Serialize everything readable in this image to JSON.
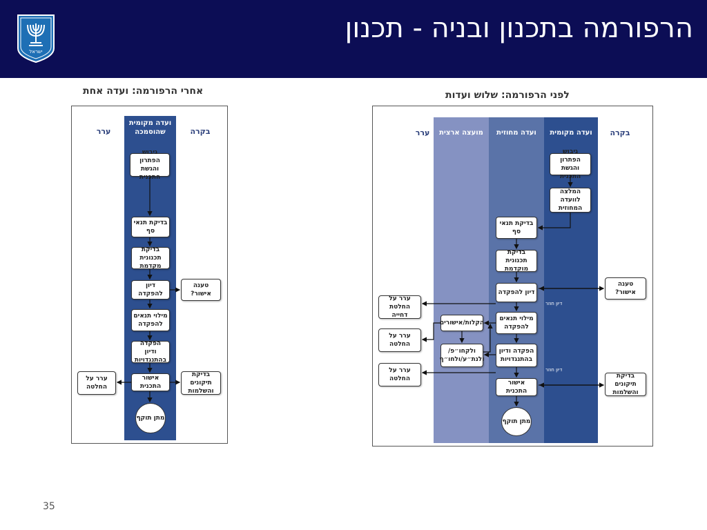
{
  "slide": {
    "title": "הרפורמה בתכנון ובניה - תכנון",
    "page_number": "35"
  },
  "colors": {
    "header_bg": "#0c0d55",
    "lane_dark": "#2d4f8f",
    "lane_mid": "#5a73a8",
    "lane_light": "#8592c2"
  },
  "emblem": {
    "icon": "menorah-emblem-icon",
    "caption": "ישראל"
  },
  "after": {
    "title": "אחרי הרפורמה: ועדה אחת",
    "col_left": "ערר",
    "col_right": "בקרה",
    "lane_label": "ועדה מקומית שהוסמכה",
    "steps": {
      "s1": "גיבוש הפתרון והגשת התכנית",
      "s2": "בדיקת תנאי סף",
      "s3": "בדיקת תכנונית מקדמת",
      "s4": "דיון להפקדה",
      "s5": "מילוי תנאים להפקדה",
      "s6": "הפקדה ודיון בהתנגדויות",
      "s7": "אישור התכנית",
      "s8": "מתן תוקף"
    },
    "side": {
      "objection": "טענה אישור?",
      "review": "בדיקת תיקונים והשלמות",
      "appeal": "ערר על החלטה"
    }
  },
  "before": {
    "title": "לפני הרפורמה: שלוש ועדות",
    "col_left": "ערר",
    "col_right": "בקרה",
    "lanes": {
      "national": "מועצה ארצית",
      "district": "ועדה מחוזית",
      "local": "ועדה מקומית"
    },
    "steps": {
      "l1": "גיבוש הפתרון והגשת התכנית",
      "l2": "המלצה לוועדה המחוזית",
      "d1": "בדיקת תנאי סף",
      "d2": "בדיקת תכנונית מוקדמת",
      "d3": "דיון להפקדה",
      "d4": "מילוי תנאים להפקדה",
      "d5": "הפקדה ודיון בהתנגדויות",
      "d6": "אישור התכנית",
      "d7": "מתן תוקף",
      "n1": "הקלות/אישורים",
      "n2": "ולקחו״פ/ ולנת״ע/ולחו״ף"
    },
    "side": {
      "objection": "טענה אישור?",
      "review": "בדיקת תיקונים והשלמות",
      "appeal1": "ערר על החלטת דחייה",
      "appeal2": "ערר על החלטה",
      "appeal3": "ערר על החלטה"
    },
    "notes": {
      "n_a": "דיון חוזר",
      "n_b": "דיון חוזר"
    }
  }
}
